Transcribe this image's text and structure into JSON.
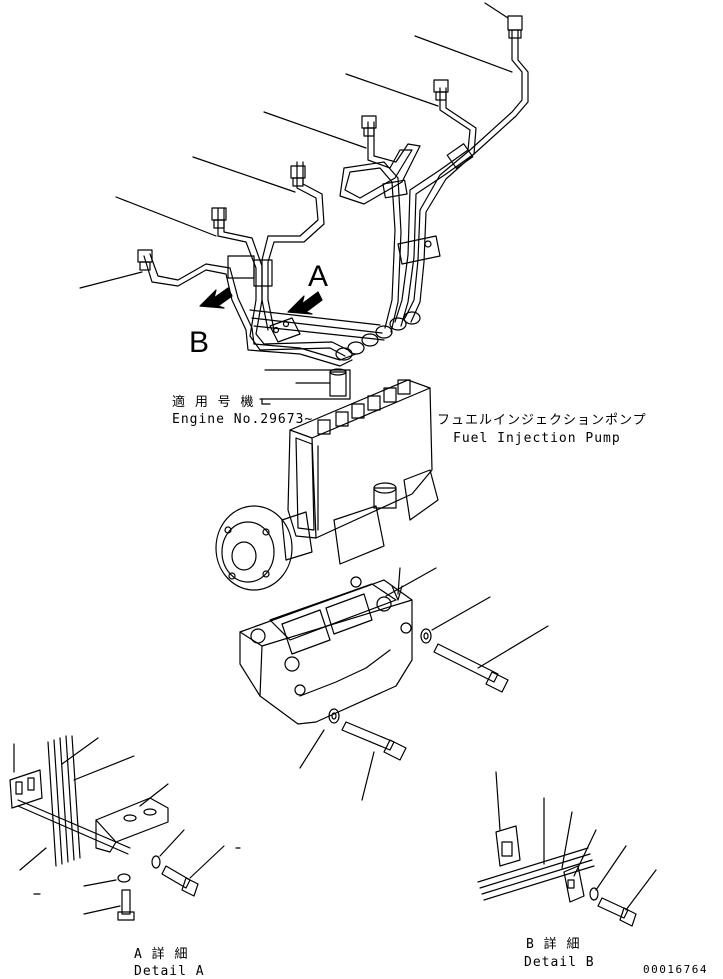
{
  "callouts": {
    "view_a": "A",
    "view_b": "B"
  },
  "applicable": {
    "jp": "適 用 号 機",
    "engine": "Engine No.29673~"
  },
  "pump": {
    "jp": "フュエルインジェクションポンプ",
    "en": "Fuel Injection Pump"
  },
  "detail_a": {
    "jp": "A 詳 細",
    "en": "Detail A"
  },
  "detail_b": {
    "jp": "B 詳 細",
    "en": "Detail B"
  },
  "drawing_number": "00016764"
}
